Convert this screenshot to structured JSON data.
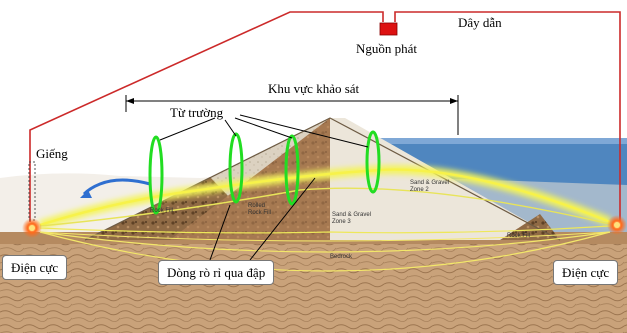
{
  "labels": {
    "wire": "Dây dẫn",
    "source": "Nguồn phát",
    "survey_area": "Khu vực khảo sát",
    "magnetic_field": "Từ trường",
    "well": "Giếng",
    "electrode_left": "Điện cực",
    "electrode_right": "Điện cực",
    "seepage": "Dòng rò rỉ qua đập"
  },
  "zones": {
    "rock_fill_left": "Rock Fill",
    "rolled_rock_fill": "Rolled\nRock Fill",
    "sand_gravel_zone3": "Sand & Gravel\nZone 3",
    "sand_gravel_zone2": "Sand & Gravel\nZone 2",
    "rock_fill_right": "Rock Fill",
    "bedrock": "Bedrock"
  },
  "colors": {
    "wire": "#cc2a2a",
    "source_box": "#dd1111",
    "field_loop": "#22dd22",
    "seepage_glow": "#f4f45a",
    "water": "#4f86bf",
    "ground": "#c9a27a",
    "sky": "#ffffff"
  }
}
